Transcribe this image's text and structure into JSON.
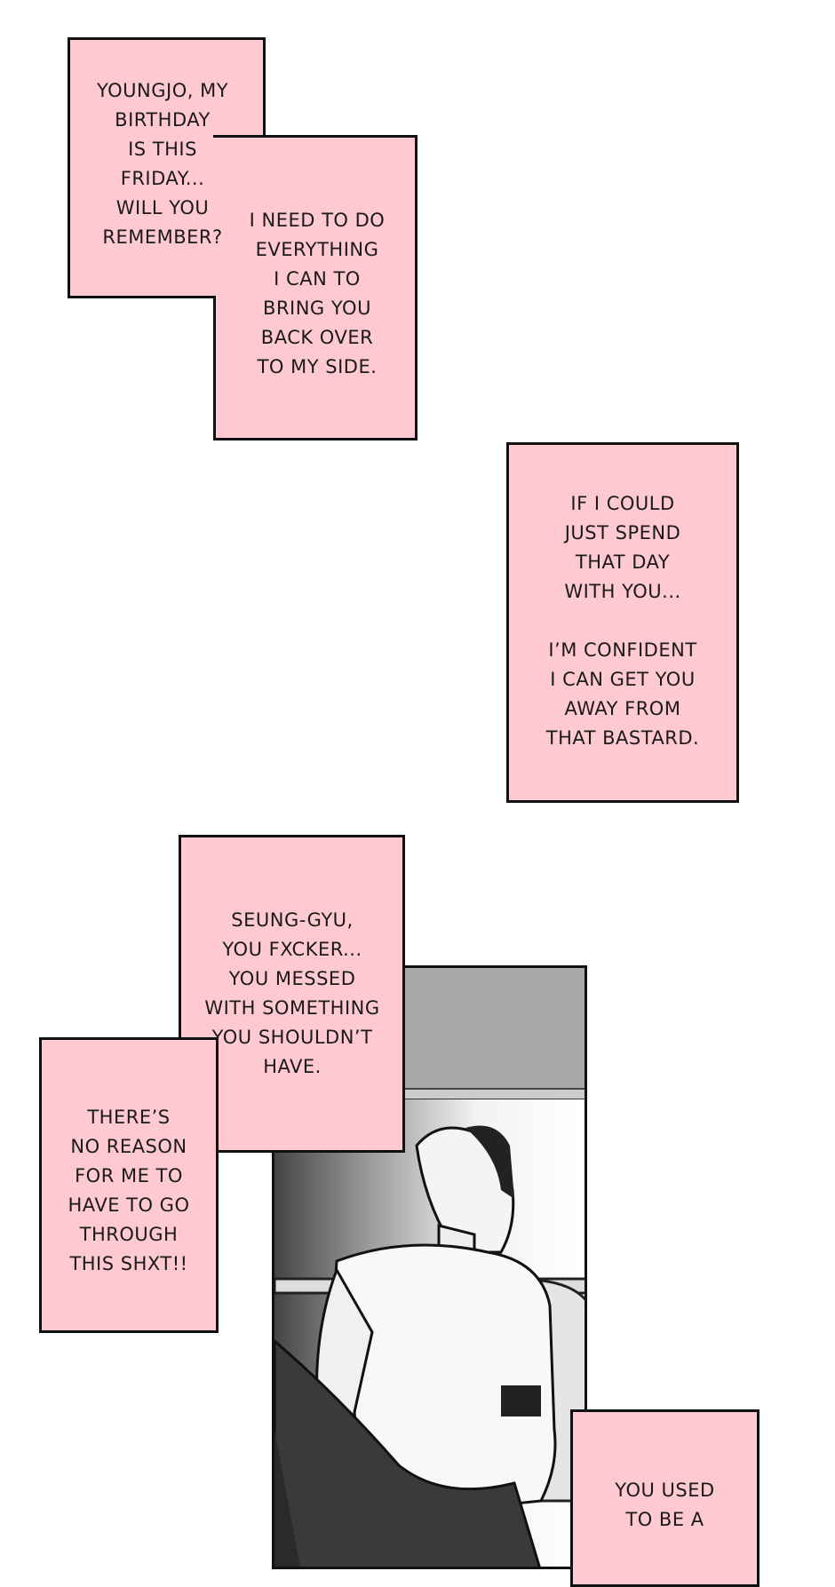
{
  "bubbles": {
    "b1": "YOUNGJO, MY\nBIRTHDAY\nIS THIS\nFRIDAY...\nWILL YOU\nREMEMBER?",
    "b2": "I NEED TO DO\nEVERYTHING\nI CAN TO\nBRING YOU\nBACK OVER\nTO MY SIDE.",
    "b3": "IF I COULD\nJUST SPEND\nTHAT DAY\nWITH YOU...\n\nI’M CONFIDENT\nI CAN GET YOU\nAWAY FROM\nTHAT BASTARD.",
    "b4": "SEUNG-GYU,\nYOU FXCKER...\nYOU MESSED\nWITH SOMETHING\nYOU SHOULDN’T\nHAVE.",
    "b5": "THERE’S\nNO REASON\nFOR ME TO\nHAVE TO GO\nTHROUGH\nTHIS SHXT!!",
    "b6": "YOU USED\nTO BE A"
  },
  "colors": {
    "bubble_fill": "#ffc9d1",
    "outline": "#111111"
  }
}
